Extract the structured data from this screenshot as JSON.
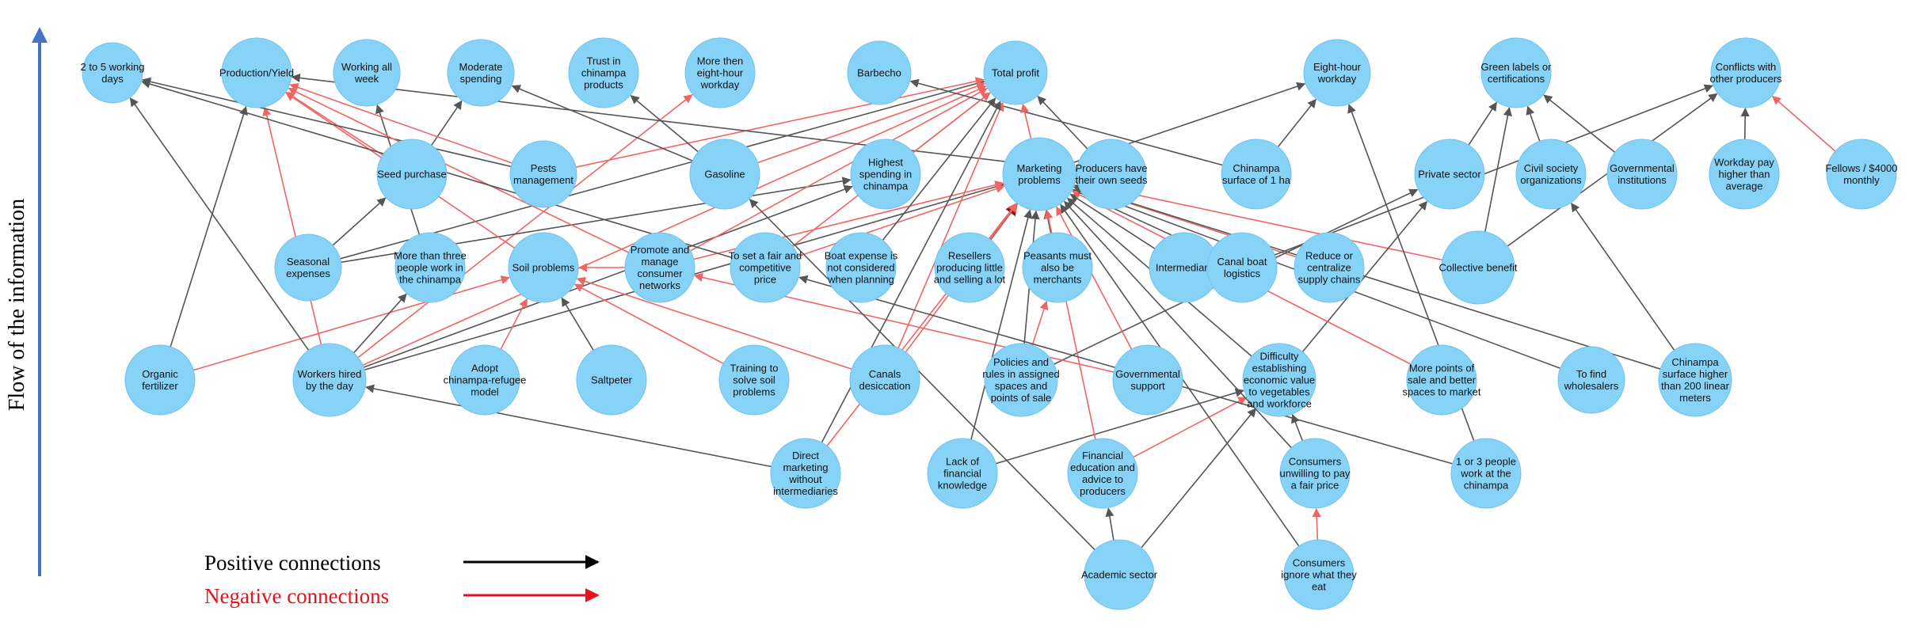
{
  "axis": {
    "title": "Flow of the information",
    "color": "#4472c4"
  },
  "legend": {
    "positive": {
      "label": "Positive connections",
      "color": "#000000"
    },
    "negative": {
      "label": "Negative connections",
      "color": "#e8121a"
    }
  },
  "colors": {
    "node": "#87d2f7",
    "positive_edge": "#555555",
    "negative_edge": "#f06464",
    "strong_edge": "#8b1a1a"
  },
  "nodes": [
    {
      "id": "two-to-five-days",
      "label": "2 to 5 working days",
      "lines": [
        "2 to 5 working",
        "days"
      ]
    },
    {
      "id": "production-yield",
      "label": "Production/Yield",
      "lines": [
        "Production/Yield"
      ]
    },
    {
      "id": "working-all-week",
      "label": "Working all week",
      "lines": [
        "Working all",
        "week"
      ]
    },
    {
      "id": "moderate-spending",
      "label": "Moderate spending",
      "lines": [
        "Moderate",
        "spending"
      ]
    },
    {
      "id": "trust-chinampa",
      "label": "Trust in chinampa products",
      "lines": [
        "Trust in",
        "chinampa",
        "products"
      ]
    },
    {
      "id": "more-than-eight-hour",
      "label": "More then eight-hour workday",
      "lines": [
        "More then",
        "eight-hour",
        "workday"
      ]
    },
    {
      "id": "barbecho",
      "label": "Barbecho",
      "lines": [
        "Barbecho"
      ]
    },
    {
      "id": "total-profit",
      "label": "Total profit",
      "lines": [
        "Total profit"
      ]
    },
    {
      "id": "eight-hour-workday",
      "label": "Eight-hour workday",
      "lines": [
        "Eight-hour",
        "workday"
      ]
    },
    {
      "id": "green-labels",
      "label": "Green labels or certifications",
      "lines": [
        "Green labels or",
        "certifications"
      ]
    },
    {
      "id": "conflicts-producers",
      "label": "Conflicts with other producers",
      "lines": [
        "Conflicts with",
        "other producers"
      ]
    },
    {
      "id": "seed-purchase",
      "label": "Seed purchase",
      "lines": [
        "Seed purchase"
      ]
    },
    {
      "id": "pests-management",
      "label": "Pests management",
      "lines": [
        "Pests",
        "management"
      ]
    },
    {
      "id": "gasoline",
      "label": "Gasoline",
      "lines": [
        "Gasoline"
      ]
    },
    {
      "id": "highest-spending",
      "label": "Highest spending in chinampa",
      "lines": [
        "Highest",
        "spending in",
        "chinampa"
      ]
    },
    {
      "id": "marketing-problems",
      "label": "Marketing problems",
      "lines": [
        "Marketing",
        "problems"
      ]
    },
    {
      "id": "own-seeds",
      "label": "Producers have their own seeds",
      "lines": [
        "Producers have",
        "their own seeds"
      ]
    },
    {
      "id": "chinampa-1ha",
      "label": "Chinampa surface of 1 ha",
      "lines": [
        "Chinampa",
        "surface of 1 ha"
      ]
    },
    {
      "id": "private-sector",
      "label": "Private sector",
      "lines": [
        "Private sector"
      ]
    },
    {
      "id": "civil-society",
      "label": "Civil society organizations",
      "lines": [
        "Civil society",
        "organizations"
      ]
    },
    {
      "id": "governmental-institutions",
      "label": "Governmental institutions",
      "lines": [
        "Governmental",
        "institutions"
      ]
    },
    {
      "id": "workday-pay",
      "label": "Workday pay higher than average",
      "lines": [
        "Workday pay",
        "higher than",
        "average"
      ]
    },
    {
      "id": "fellows-4000",
      "label": "Fellows / $4000 monthly",
      "lines": [
        "Fellows / $4000",
        "monthly"
      ]
    },
    {
      "id": "seasonal-expenses",
      "label": "Seasonal expenses",
      "lines": [
        "Seasonal",
        "expenses"
      ]
    },
    {
      "id": "more-than-three",
      "label": "More than three people work in the chinampa",
      "lines": [
        "More than three",
        "people work in",
        "the chinampa"
      ]
    },
    {
      "id": "soil-problems",
      "label": "Soil problems",
      "lines": [
        "Soil problems"
      ]
    },
    {
      "id": "promote-networks",
      "label": "Promote and manage consumer networks",
      "lines": [
        "Promote and",
        "manage",
        "consumer",
        "networks"
      ]
    },
    {
      "id": "fair-price",
      "label": "To set a fair and competitive price",
      "lines": [
        "To set a fair and",
        "competitive",
        "price"
      ]
    },
    {
      "id": "boat-expense",
      "label": "Boat expense is not considered when planning",
      "lines": [
        "Boat expense is",
        "not considered",
        "when planning"
      ]
    },
    {
      "id": "resellers",
      "label": "Resellers producing little and selling a lot",
      "lines": [
        "Resellers",
        "producing little",
        "and selling a lot"
      ]
    },
    {
      "id": "peasants-merchants",
      "label": "Peasants must also be merchants",
      "lines": [
        "Peasants must",
        "also be",
        "merchants"
      ]
    },
    {
      "id": "intermediary",
      "label": "Intermediary",
      "lines": [
        "Intermediary"
      ]
    },
    {
      "id": "canal-boat",
      "label": "Canal boat logistics",
      "lines": [
        "Canal boat",
        "logistics"
      ]
    },
    {
      "id": "reduce-supply",
      "label": "Reduce or centralize supply chains",
      "lines": [
        "Reduce or",
        "centralize",
        "supply chains"
      ]
    },
    {
      "id": "collective-benefit",
      "label": "Collective benefit",
      "lines": [
        "Collective benefit"
      ]
    },
    {
      "id": "organic-fertilizer",
      "label": "Organic fertilizer",
      "lines": [
        "Organic",
        "fertilizer"
      ]
    },
    {
      "id": "workers-hired",
      "label": "Workers hired by the day",
      "lines": [
        "Workers hired",
        "by the day"
      ]
    },
    {
      "id": "adopt-refugee",
      "label": "Adopt chinampa-refugee model",
      "lines": [
        "Adopt",
        "chinampa-refugee",
        "model"
      ]
    },
    {
      "id": "saltpeter",
      "label": "Saltpeter",
      "lines": [
        "Saltpeter"
      ]
    },
    {
      "id": "training-soil",
      "label": "Training to solve soil problems",
      "lines": [
        "Training to",
        "solve soil",
        "problems"
      ]
    },
    {
      "id": "canals-desiccation",
      "label": "Canals desiccation",
      "lines": [
        "Canals",
        "desiccation"
      ]
    },
    {
      "id": "policies-rules",
      "label": "Policies and rules in assigned spaces and points of sale",
      "lines": [
        "Policies and",
        "rules in assigned",
        "spaces and",
        "points of sale"
      ]
    },
    {
      "id": "governmental-support",
      "label": "Governmental support",
      "lines": [
        "Governmental",
        "support"
      ]
    },
    {
      "id": "difficulty-value",
      "label": "Difficulty establishing economic value to vegetables and workforce",
      "lines": [
        "Difficulty",
        "establishing",
        "economic value",
        "to vegetables",
        "and workforce"
      ]
    },
    {
      "id": "more-points-sale",
      "label": "More points of sale and better spaces to market",
      "lines": [
        "More points of",
        "sale and better",
        "spaces to market"
      ]
    },
    {
      "id": "find-wholesalers",
      "label": "To find wholesalers",
      "lines": [
        "To find",
        "wholesalers"
      ]
    },
    {
      "id": "chinampa-200m",
      "label": "Chinampa surface higher than 200 linear meters",
      "lines": [
        "Chinampa",
        "surface higher",
        "than 200 linear",
        "meters"
      ]
    },
    {
      "id": "direct-marketing",
      "label": "Direct marketing without intermediaries",
      "lines": [
        "Direct",
        "marketing",
        "without",
        "intermediaries"
      ]
    },
    {
      "id": "financial-knowledge",
      "label": "Lack of financial knowledge",
      "lines": [
        "Lack of",
        "financial",
        "knowledge"
      ]
    },
    {
      "id": "financial-education",
      "label": "Financial education and advice to producers",
      "lines": [
        "Financial",
        "education and",
        "advice to",
        "producers"
      ]
    },
    {
      "id": "consumers-unwilling",
      "label": "Consumers unwilling to pay a fair price",
      "lines": [
        "Consumers",
        "unwilling to pay",
        "a fair price"
      ]
    },
    {
      "id": "one-or-three",
      "label": "1 or 3 people work at the chinampa",
      "lines": [
        "1 or 3 people",
        "work at the",
        "chinampa"
      ]
    },
    {
      "id": "academic-sector",
      "label": "Academic sector",
      "lines": [
        "Academic sector"
      ]
    },
    {
      "id": "consumers-ignore",
      "label": "Consumers ignore what they eat",
      "lines": [
        "Consumers",
        "ignore what they",
        "eat"
      ]
    }
  ],
  "edges": [
    {
      "from": "organic-fertilizer",
      "to": "production-yield",
      "sign": "positive"
    },
    {
      "from": "organic-fertilizer",
      "to": "soil-problems",
      "sign": "negative"
    },
    {
      "from": "workers-hired",
      "to": "two-to-five-days",
      "sign": "positive"
    },
    {
      "from": "workers-hired",
      "to": "production-yield",
      "sign": "negative"
    },
    {
      "from": "workers-hired",
      "to": "more-than-three",
      "sign": "positive"
    },
    {
      "from": "workers-hired",
      "to": "more-than-eight-hour",
      "sign": "negative"
    },
    {
      "from": "workers-hired",
      "to": "highest-spending",
      "sign": "positive"
    },
    {
      "from": "workers-hired",
      "to": "marketing-problems",
      "sign": "positive"
    },
    {
      "from": "workers-hired",
      "to": "total-profit",
      "sign": "negative"
    },
    {
      "from": "seed-purchase",
      "to": "moderate-spending",
      "sign": "positive"
    },
    {
      "from": "seed-purchase",
      "to": "production-yield",
      "sign": "negative"
    },
    {
      "from": "seasonal-expenses",
      "to": "seed-purchase",
      "sign": "positive"
    },
    {
      "from": "seasonal-expenses",
      "to": "total-profit",
      "sign": "positive"
    },
    {
      "from": "seasonal-expenses",
      "to": "highest-spending",
      "sign": "positive"
    },
    {
      "from": "more-than-three",
      "to": "working-all-week",
      "sign": "positive"
    },
    {
      "from": "soil-problems",
      "to": "production-yield",
      "sign": "negative"
    },
    {
      "from": "pests-management",
      "to": "production-yield",
      "sign": "negative"
    },
    {
      "from": "pests-management",
      "to": "two-to-five-days",
      "sign": "positive"
    },
    {
      "from": "pests-management",
      "to": "total-profit",
      "sign": "negative"
    },
    {
      "from": "gasoline",
      "to": "trust-chinampa",
      "sign": "positive"
    },
    {
      "from": "gasoline",
      "to": "total-profit",
      "sign": "negative"
    },
    {
      "from": "gasoline",
      "to": "moderate-spending",
      "sign": "positive"
    },
    {
      "from": "promote-networks",
      "to": "production-yield",
      "sign": "negative"
    },
    {
      "from": "promote-networks",
      "to": "marketing-problems",
      "sign": "negative"
    },
    {
      "from": "promote-networks",
      "to": "soil-problems",
      "sign": "negative"
    },
    {
      "from": "promote-networks",
      "to": "total-profit",
      "sign": "negative"
    },
    {
      "from": "fair-price",
      "to": "two-to-five-days",
      "sign": "positive"
    },
    {
      "from": "fair-price",
      "to": "marketing-problems",
      "sign": "negative"
    },
    {
      "from": "fair-price",
      "to": "total-profit",
      "sign": "negative"
    },
    {
      "from": "boat-expense",
      "to": "total-profit",
      "sign": "positive"
    },
    {
      "from": "resellers",
      "to": "marketing-problems",
      "sign": "strong"
    },
    {
      "from": "own-seeds",
      "to": "production-yield",
      "sign": "positive"
    },
    {
      "from": "own-seeds",
      "to": "total-profit",
      "sign": "positive"
    },
    {
      "from": "chinampa-1ha",
      "to": "eight-hour-workday",
      "sign": "positive"
    },
    {
      "from": "chinampa-1ha",
      "to": "barbecho",
      "sign": "positive"
    },
    {
      "from": "marketing-problems",
      "to": "total-profit",
      "sign": "negative"
    },
    {
      "from": "peasants-merchants",
      "to": "marketing-problems",
      "sign": "positive"
    },
    {
      "from": "intermediary",
      "to": "marketing-problems",
      "sign": "positive"
    },
    {
      "from": "canal-boat",
      "to": "marketing-problems",
      "sign": "positive"
    },
    {
      "from": "reduce-supply",
      "to": "marketing-problems",
      "sign": "negative"
    },
    {
      "from": "collective-benefit",
      "to": "marketing-problems",
      "sign": "negative"
    },
    {
      "from": "collective-benefit",
      "to": "green-labels",
      "sign": "positive"
    },
    {
      "from": "collective-benefit",
      "to": "conflicts-producers",
      "sign": "positive"
    },
    {
      "from": "private-sector",
      "to": "green-labels",
      "sign": "positive"
    },
    {
      "from": "civil-society",
      "to": "green-labels",
      "sign": "positive"
    },
    {
      "from": "governmental-institutions",
      "to": "green-labels",
      "sign": "positive"
    },
    {
      "from": "workday-pay",
      "to": "conflicts-producers",
      "sign": "positive"
    },
    {
      "from": "fellows-4000",
      "to": "conflicts-producers",
      "sign": "negative"
    },
    {
      "from": "canal-boat",
      "to": "conflicts-producers",
      "sign": "positive"
    },
    {
      "from": "adopt-refugee",
      "to": "soil-problems",
      "sign": "negative"
    },
    {
      "from": "saltpeter",
      "to": "soil-problems",
      "sign": "positive"
    },
    {
      "from": "training-soil",
      "to": "soil-problems",
      "sign": "negative"
    },
    {
      "from": "canals-desiccation",
      "to": "marketing-problems",
      "sign": "negative"
    },
    {
      "from": "canals-desiccation",
      "to": "soil-problems",
      "sign": "negative"
    },
    {
      "from": "canals-desiccation",
      "to": "total-profit",
      "sign": "negative"
    },
    {
      "from": "policies-rules",
      "to": "marketing-problems",
      "sign": "positive"
    },
    {
      "from": "policies-rules",
      "to": "peasants-merchants",
      "sign": "negative"
    },
    {
      "from": "policies-rules",
      "to": "private-sector",
      "sign": "positive"
    },
    {
      "from": "governmental-support",
      "to": "marketing-problems",
      "sign": "negative"
    },
    {
      "from": "governmental-support",
      "to": "promote-networks",
      "sign": "negative"
    },
    {
      "from": "difficulty-value",
      "to": "marketing-problems",
      "sign": "positive"
    },
    {
      "from": "difficulty-value",
      "to": "private-sector",
      "sign": "positive"
    },
    {
      "from": "more-points-sale",
      "to": "marketing-problems",
      "sign": "negative"
    },
    {
      "from": "find-wholesalers",
      "to": "marketing-problems",
      "sign": "positive"
    },
    {
      "from": "chinampa-200m",
      "to": "marketing-problems",
      "sign": "positive"
    },
    {
      "from": "chinampa-200m",
      "to": "civil-society",
      "sign": "positive"
    },
    {
      "from": "direct-marketing",
      "to": "workers-hired",
      "sign": "positive"
    },
    {
      "from": "direct-marketing",
      "to": "marketing-problems",
      "sign": "negative"
    },
    {
      "from": "direct-marketing",
      "to": "total-profit",
      "sign": "positive"
    },
    {
      "from": "financial-knowledge",
      "to": "marketing-problems",
      "sign": "positive"
    },
    {
      "from": "financial-knowledge",
      "to": "difficulty-value",
      "sign": "positive"
    },
    {
      "from": "financial-education",
      "to": "marketing-problems",
      "sign": "negative"
    },
    {
      "from": "financial-education",
      "to": "difficulty-value",
      "sign": "negative"
    },
    {
      "from": "consumers-unwilling",
      "to": "difficulty-value",
      "sign": "positive"
    },
    {
      "from": "consumers-unwilling",
      "to": "marketing-problems",
      "sign": "positive"
    },
    {
      "from": "consumers-ignore",
      "to": "consumers-unwilling",
      "sign": "negative"
    },
    {
      "from": "consumers-ignore",
      "to": "marketing-problems",
      "sign": "positive"
    },
    {
      "from": "one-or-three",
      "to": "eight-hour-workday",
      "sign": "positive"
    },
    {
      "from": "one-or-three",
      "to": "fair-price",
      "sign": "positive"
    },
    {
      "from": "academic-sector",
      "to": "financial-education",
      "sign": "positive"
    },
    {
      "from": "academic-sector",
      "to": "gasoline",
      "sign": "positive"
    },
    {
      "from": "academic-sector",
      "to": "difficulty-value",
      "sign": "positive"
    },
    {
      "from": "highest-spending",
      "to": "total-profit",
      "sign": "negative"
    },
    {
      "from": "marketing-problems",
      "to": "eight-hour-workday",
      "sign": "positive"
    }
  ]
}
